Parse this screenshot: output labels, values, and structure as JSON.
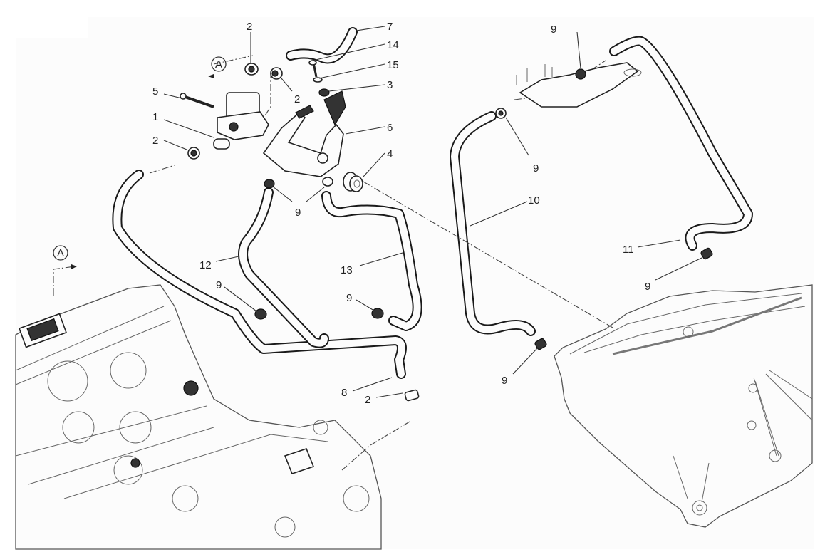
{
  "diagram": {
    "title": "Secondary air system exploded view",
    "reference_marker": "A",
    "callouts": [
      {
        "id": "c-2a",
        "label": "2"
      },
      {
        "id": "c-7",
        "label": "7"
      },
      {
        "id": "c-14",
        "label": "14"
      },
      {
        "id": "c-15",
        "label": "15"
      },
      {
        "id": "c-3",
        "label": "3"
      },
      {
        "id": "c-2b",
        "label": "2"
      },
      {
        "id": "c-5",
        "label": "5"
      },
      {
        "id": "c-1",
        "label": "1"
      },
      {
        "id": "c-6",
        "label": "6"
      },
      {
        "id": "c-2c",
        "label": "2"
      },
      {
        "id": "c-4",
        "label": "4"
      },
      {
        "id": "c-9a",
        "label": "9"
      },
      {
        "id": "c-12",
        "label": "12"
      },
      {
        "id": "c-13",
        "label": "13"
      },
      {
        "id": "c-9b",
        "label": "9"
      },
      {
        "id": "c-9c",
        "label": "9"
      },
      {
        "id": "c-8",
        "label": "8"
      },
      {
        "id": "c-2d",
        "label": "2"
      },
      {
        "id": "c-9d",
        "label": "9"
      },
      {
        "id": "c-9e",
        "label": "9"
      },
      {
        "id": "c-10",
        "label": "10"
      },
      {
        "id": "c-11",
        "label": "11"
      },
      {
        "id": "c-9f",
        "label": "9"
      },
      {
        "id": "c-9g",
        "label": "9"
      }
    ]
  }
}
